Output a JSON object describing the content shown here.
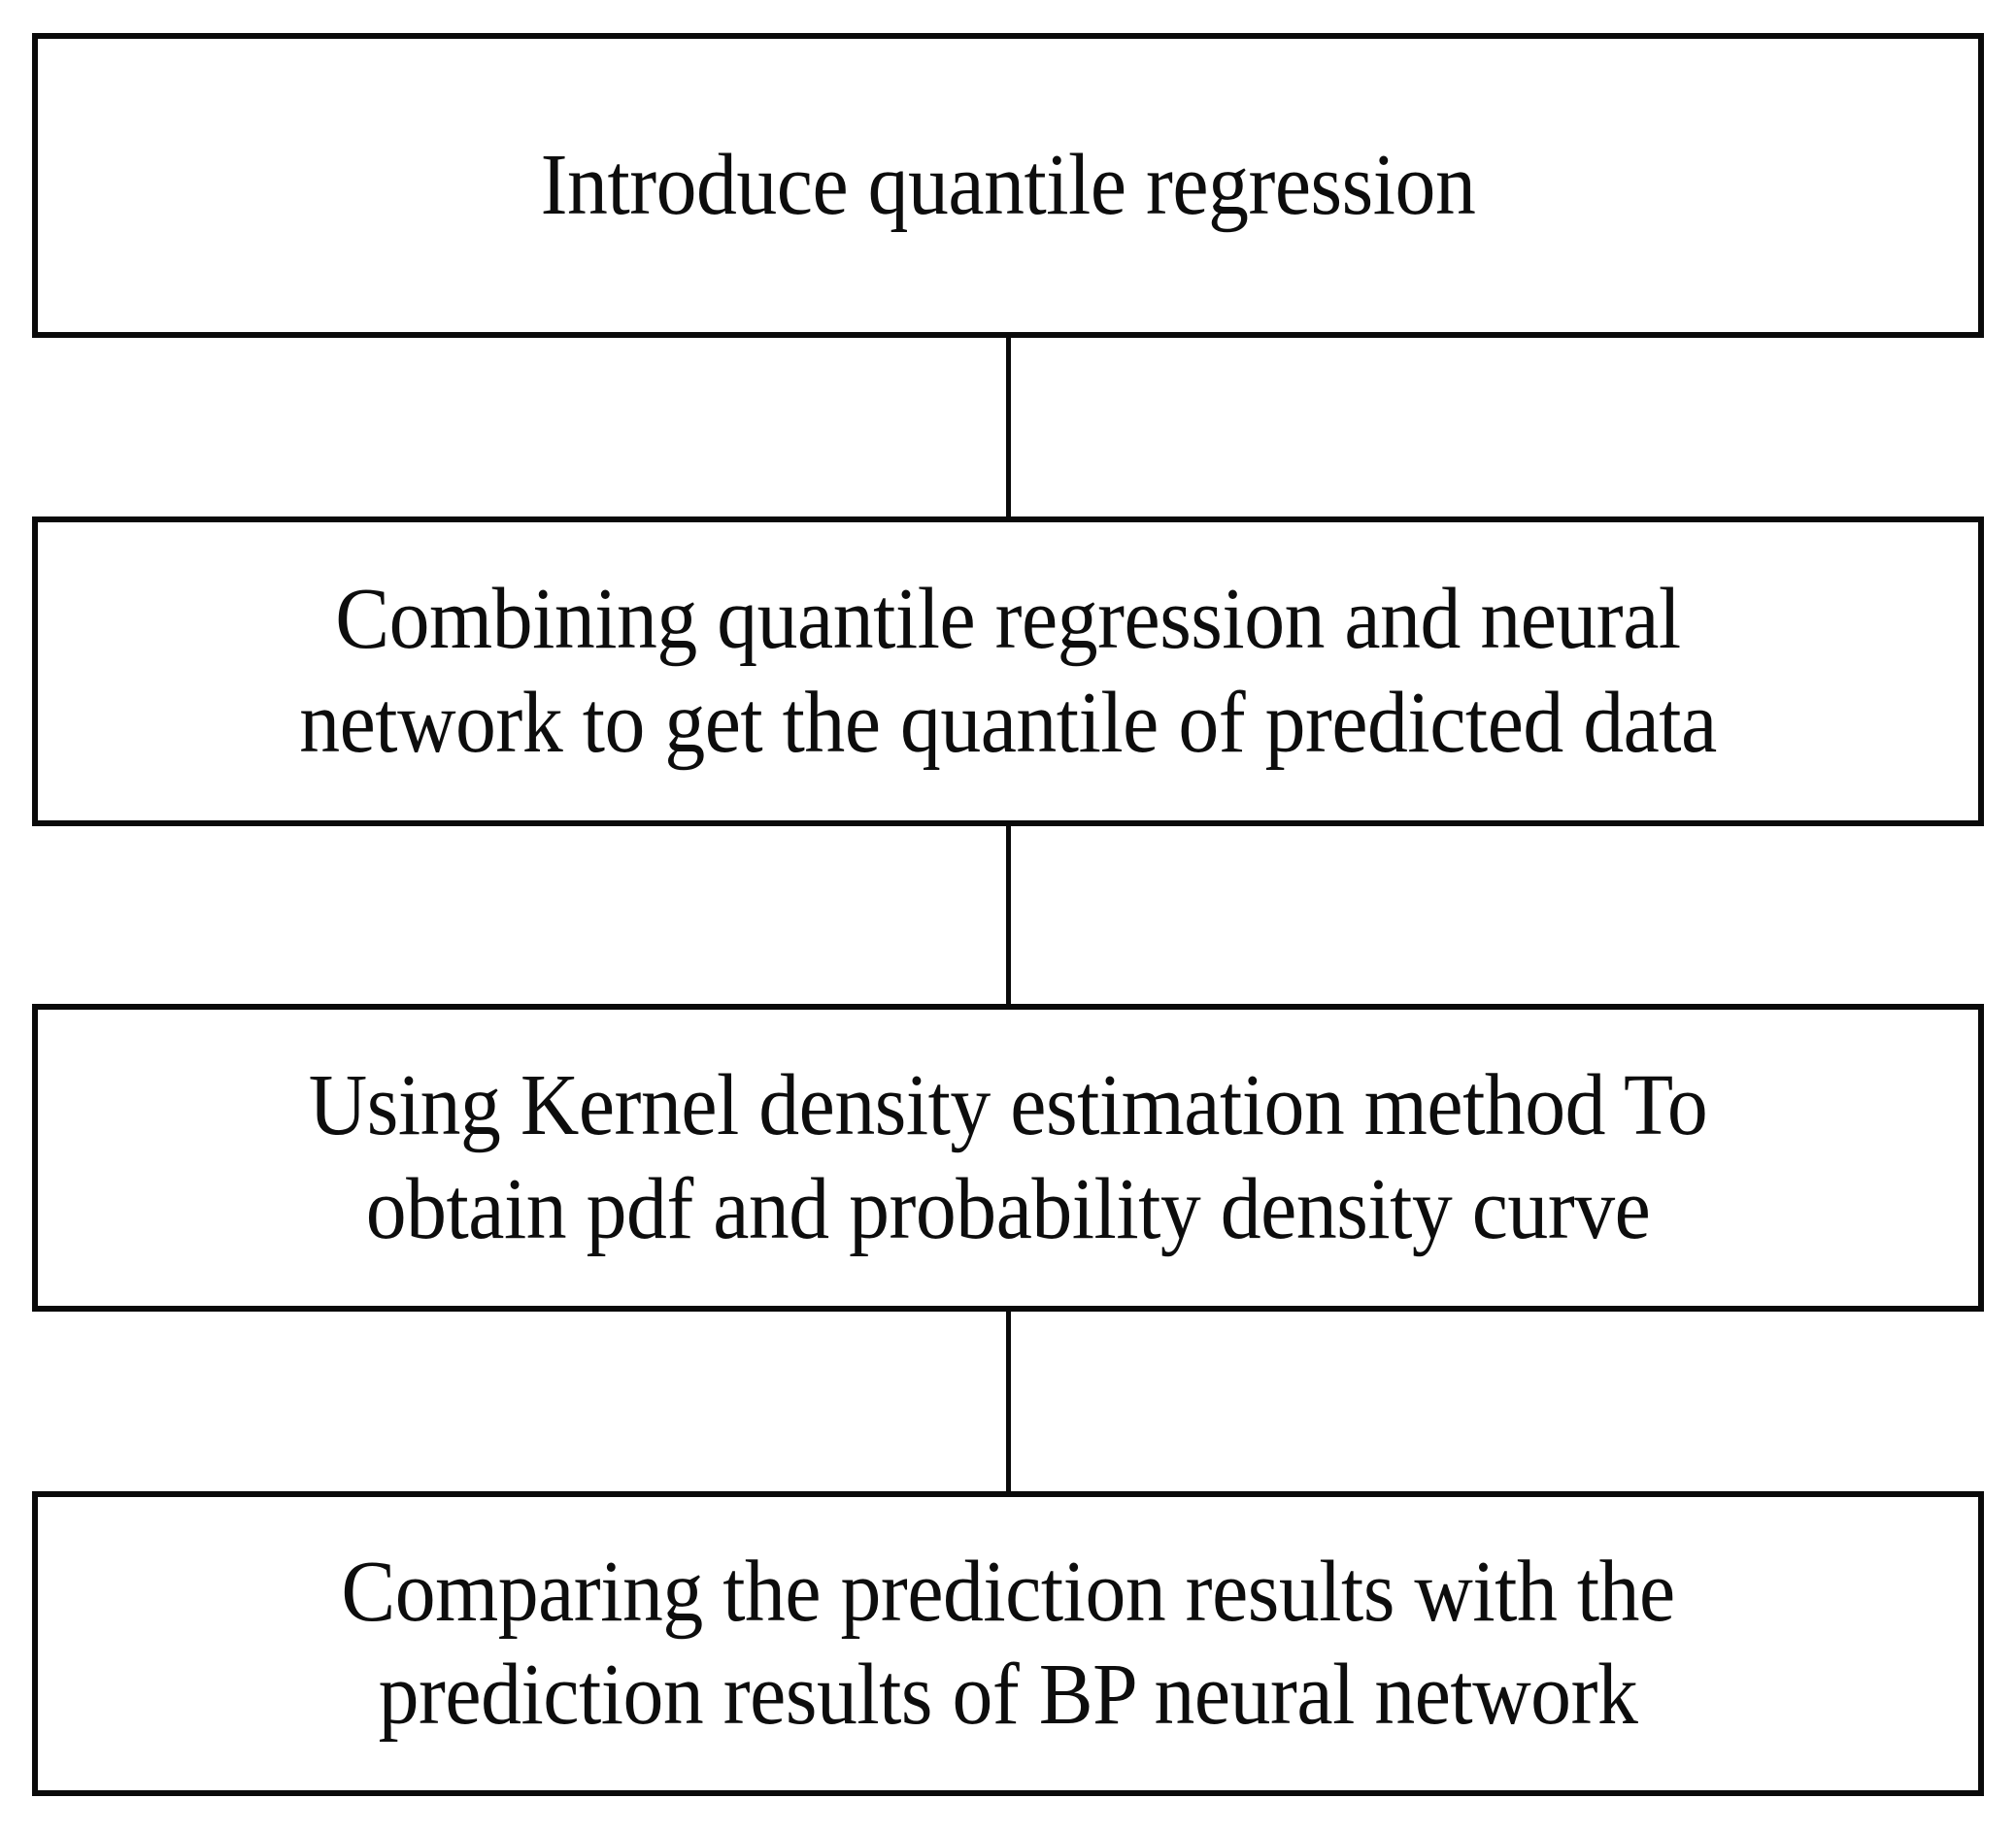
{
  "diagram": {
    "type": "flowchart",
    "orientation": "vertical",
    "title": "",
    "colors": {
      "border": "#0a0a0a",
      "text": "#0d0d0d",
      "background": "#ffffff",
      "connector": "#0a0a0a"
    },
    "nodes": [
      {
        "id": "step-1",
        "order": 1,
        "label": "Introduce quantile regression"
      },
      {
        "id": "step-2",
        "order": 2,
        "label": "Combining quantile regression and neural\nnetwork to get the quantile of predicted data"
      },
      {
        "id": "step-3",
        "order": 3,
        "label": "Using Kernel density estimation method To\nobtain pdf and probability density curve"
      },
      {
        "id": "step-4",
        "order": 4,
        "label": "Comparing the prediction results with the\nprediction results of BP neural network"
      }
    ],
    "edges": [
      {
        "id": "edge-1",
        "from": "step-1",
        "to": "step-2",
        "style": "straight-line",
        "arrowhead": "none"
      },
      {
        "id": "edge-2",
        "from": "step-2",
        "to": "step-3",
        "style": "straight-line",
        "arrowhead": "none"
      },
      {
        "id": "edge-3",
        "from": "step-3",
        "to": "step-4",
        "style": "straight-line",
        "arrowhead": "none"
      }
    ]
  }
}
